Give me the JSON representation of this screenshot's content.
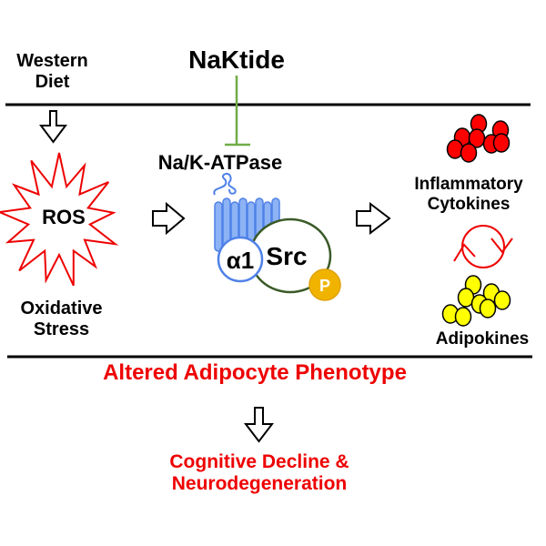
{
  "top": {
    "western_diet": [
      "Western",
      "Diet"
    ],
    "naktide": "NaKtide"
  },
  "left": {
    "ros": "ROS",
    "oxidative_stress": [
      "Oxidative",
      "Stress"
    ]
  },
  "center": {
    "pump_label": "Na/K-ATPase",
    "alpha1": "α1",
    "src": "Src",
    "phospho": "P"
  },
  "right": {
    "inflammatory_cytokines": [
      "Inflammatory",
      "Cytokines"
    ],
    "adipokines": "Adipokines"
  },
  "bottom": {
    "phenotype": "Altered Adipocyte Phenotype",
    "outcome": [
      "Cognitive Decline &",
      "Neurodegeneration"
    ]
  },
  "colors": {
    "red": "#ee0000",
    "inhibitor_green": "#70ad47",
    "pump_blue": "#4f81e8",
    "pump_fill": "#8db3f5",
    "src_green": "#3a5a28",
    "phospho_gold": "#f0b400",
    "cytokine_red": "#ff0000",
    "adipokine_yellow": "#ffff00"
  }
}
